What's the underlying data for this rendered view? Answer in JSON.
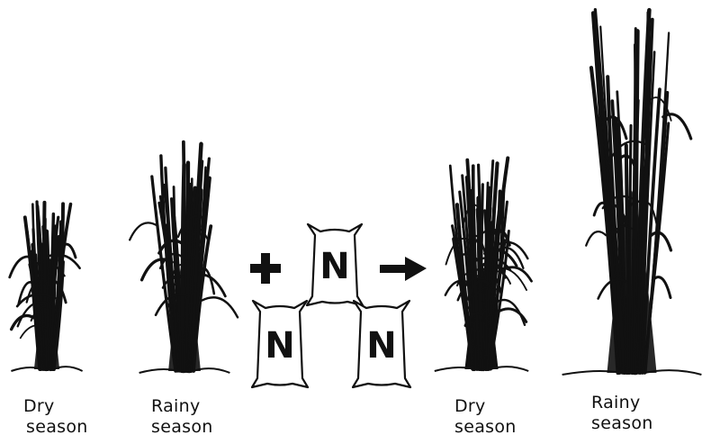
{
  "plants": [
    {
      "line1": "Dry",
      "line2": "season"
    },
    {
      "line1": "Rainy",
      "line2": "season"
    },
    {
      "line1": "Dry",
      "line2": "season"
    },
    {
      "line1": "Rainy",
      "line2": "season"
    }
  ],
  "operators": {
    "plus": "+",
    "arrow": "→"
  },
  "fertilizer_letter": "N",
  "colors": {
    "ink": "#111111",
    "background": "#ffffff"
  }
}
